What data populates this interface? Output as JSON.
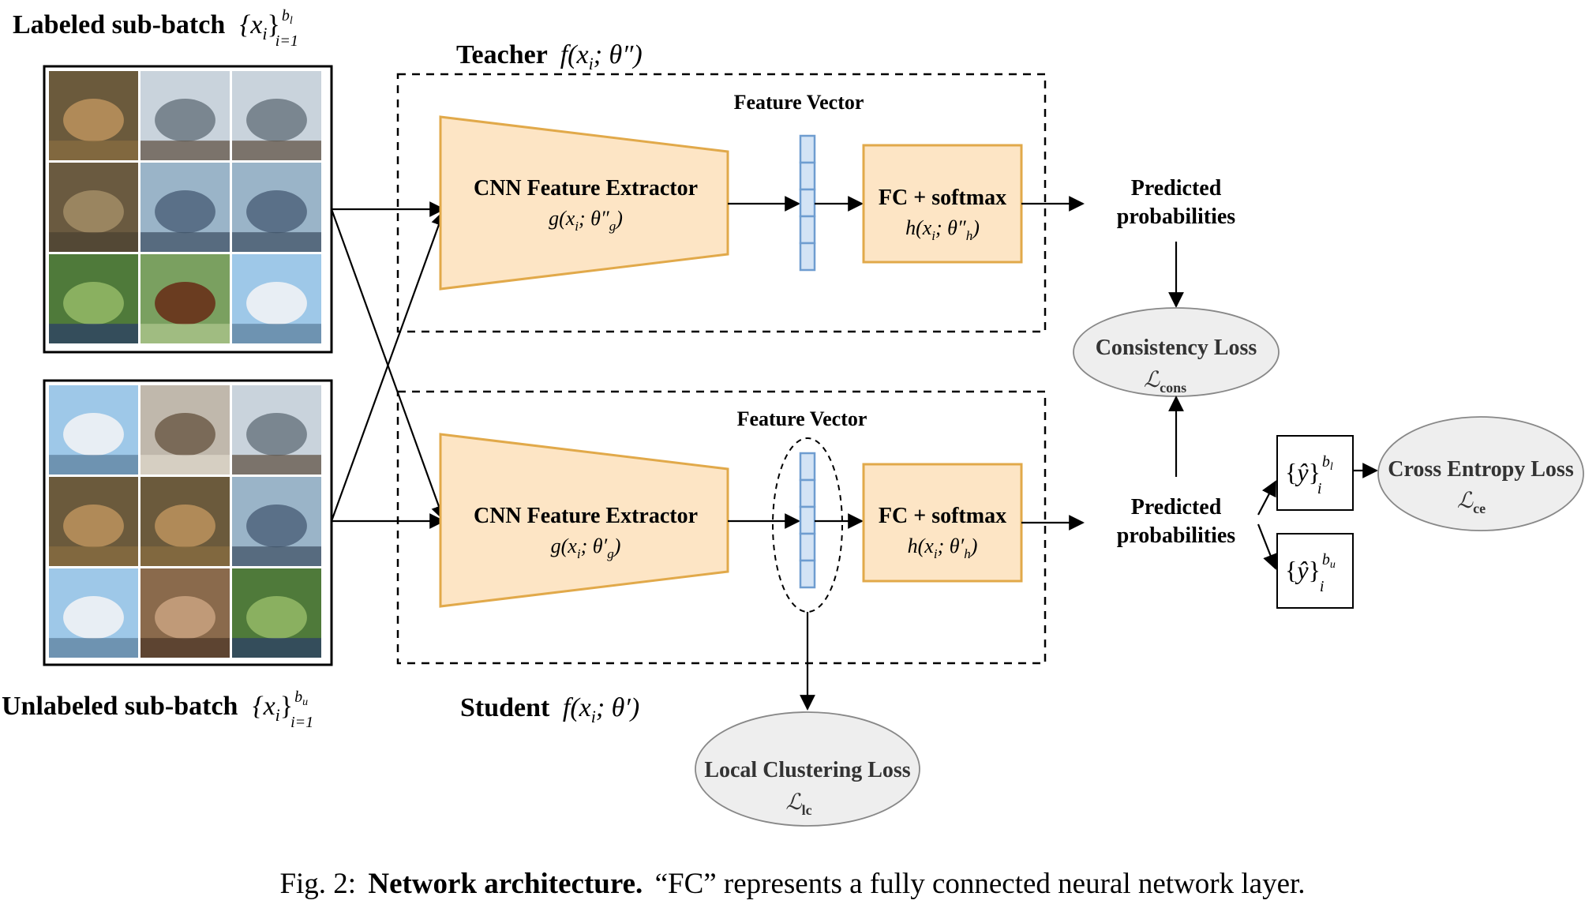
{
  "labeled": {
    "title": "Labeled sub-batch",
    "set_notation": "{x",
    "sub_i": "i",
    "close_brace": "}",
    "superscript": "b",
    "superscript_sub": "l",
    "subscript": "i=1"
  },
  "unlabeled": {
    "title": "Unlabeled sub-batch",
    "set_notation": "{x",
    "sub_i": "i",
    "close_brace": "}",
    "superscript": "b",
    "superscript_sub": "u",
    "subscript": "i=1"
  },
  "teacher": {
    "title": "Teacher",
    "func": "f(x",
    "func_sub": "i",
    "func_rest": "; θ″)",
    "feature_vector": "Feature Vector",
    "cnn_label": "CNN Feature Extractor",
    "cnn_formula": "g(x",
    "cnn_formula_sub": "i",
    "cnn_formula_rest": "; θ″",
    "cnn_formula_sub2": "g",
    "cnn_formula_end": ")",
    "fc_label": "FC + softmax",
    "fc_formula": "h(x",
    "fc_formula_sub": "i",
    "fc_formula_rest": "; θ″",
    "fc_formula_sub2": "h",
    "fc_formula_end": ")",
    "pred_line1": "Predicted",
    "pred_line2": "probabilities"
  },
  "student": {
    "title": "Student",
    "func": "f(x",
    "func_sub": "i",
    "func_rest": "; θ′)",
    "feature_vector": "Feature Vector",
    "cnn_label": "CNN Feature Extractor",
    "cnn_formula": "g(x",
    "cnn_formula_sub": "i",
    "cnn_formula_rest": "; θ′",
    "cnn_formula_sub2": "g",
    "cnn_formula_end": ")",
    "fc_label": "FC + softmax",
    "fc_formula": "h(x",
    "fc_formula_sub": "i",
    "fc_formula_rest": "; θ′",
    "fc_formula_sub2": "h",
    "fc_formula_end": ")",
    "pred_line1": "Predicted",
    "pred_line2": "probabilities"
  },
  "losses": {
    "consistency": "Consistency Loss",
    "consistency_symbol": "ℒ",
    "consistency_sub": "cons",
    "cross_entropy": "Cross Entropy Loss",
    "cross_entropy_symbol": "ℒ",
    "cross_entropy_sub": "ce",
    "local_clustering": "Local Clustering Loss",
    "local_clustering_symbol": "ℒ",
    "local_clustering_sub": "lc"
  },
  "yhat_labeled": {
    "open": "{",
    "yhat": "ŷ",
    "close": "}",
    "superscript": "b",
    "superscript_sub": "l",
    "subscript": "i"
  },
  "yhat_unlabeled": {
    "open": "{",
    "yhat": "ŷ",
    "close": "}",
    "superscript": "b",
    "superscript_sub": "u",
    "subscript": "i"
  },
  "caption": {
    "prefix": "Fig. 2:",
    "bold": "Network architecture.",
    "rest": "“FC” represents a fully connected neural network layer."
  },
  "colors": {
    "block_fill": "#fde5c5",
    "block_stroke": "#e1a94a",
    "vector_fill": "#d3e3f5",
    "vector_stroke": "#6f9dd0",
    "loss_fill": "#eeeeee"
  },
  "thumbnails": {
    "labeled": [
      "frog",
      "truck",
      "truck",
      "deer",
      "automobile",
      "automobile",
      "bird",
      "horse",
      "ship"
    ],
    "unlabeled": [
      "ship",
      "cat",
      "truck",
      "frog",
      "frog",
      "automobile",
      "ship",
      "dog",
      "bird"
    ]
  }
}
